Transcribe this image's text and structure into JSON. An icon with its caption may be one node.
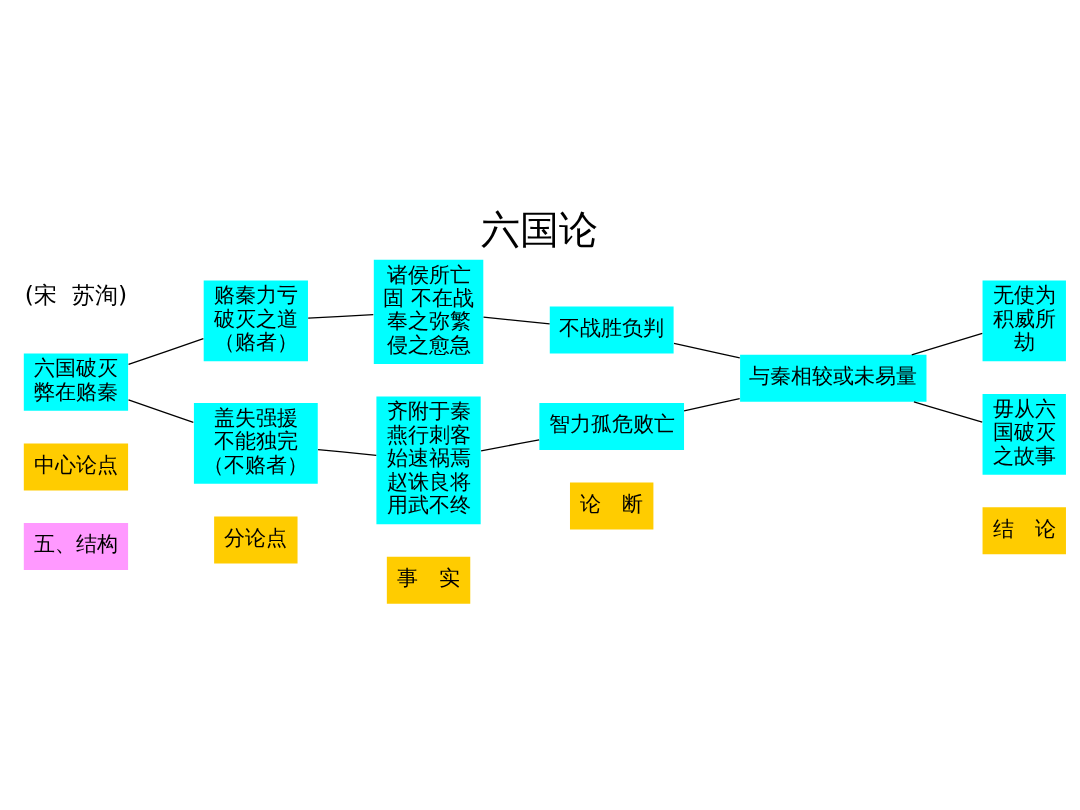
{
  "diagram": {
    "title": "六国论",
    "nodes": [
      {
        "text": [
          "五、结构"
        ]
      },
      {
        "text": [
          "中心论点"
        ]
      },
      {
        "text": [
          "分论点"
        ]
      },
      {
        "text": [
          "事　实"
        ]
      },
      {
        "text": [
          "论　断"
        ]
      },
      {
        "text": [
          "结　论"
        ]
      },
      {
        "text": [
          "六国破灭",
          "弊在赂秦"
        ]
      },
      {
        "text": [
          "赂秦力亏",
          "破灭之道",
          "（赂者）"
        ]
      },
      {
        "text": [
          "盖失强援",
          "不能独完",
          "（不赂者）"
        ]
      },
      {
        "text": [
          "诸侯所亡",
          "固 不在战",
          "奉之弥繁",
          "侵之愈急"
        ]
      },
      {
        "text": [
          "齐附于秦",
          "燕行刺客",
          "始速祸焉",
          "赵诛良将",
          "用武不终"
        ]
      },
      {
        "text": [
          "不战胜负判"
        ]
      },
      {
        "text": [
          "智力孤危败亡"
        ]
      },
      {
        "text": [
          "与秦相较或未易量"
        ]
      },
      {
        "text": [
          "无使为",
          "积威所",
          "劫"
        ]
      },
      {
        "text": [
          "毋从六",
          "国破灭",
          "之故事"
        ]
      }
    ],
    "edges": [
      {
        "from": 6,
        "to": 7,
        "arrow": "none"
      },
      {
        "from": 6,
        "to": 8,
        "arrow": "none"
      },
      {
        "from": 7,
        "to": 9,
        "arrow": "none"
      },
      {
        "from": 8,
        "to": 10,
        "arrow": "none"
      },
      {
        "from": 9,
        "to": 11,
        "arrow": "none"
      },
      {
        "from": 10,
        "to": 12,
        "arrow": "none"
      },
      {
        "from": 11,
        "to": 13,
        "arrow": "none"
      },
      {
        "from": 12,
        "to": 13,
        "arrow": "none"
      },
      {
        "from": 13,
        "to": 14,
        "arrow": "none"
      },
      {
        "from": 13,
        "to": 15,
        "arrow": "none"
      }
    ],
    "labels": [
      "(宋  苏洵)"
    ]
  }
}
